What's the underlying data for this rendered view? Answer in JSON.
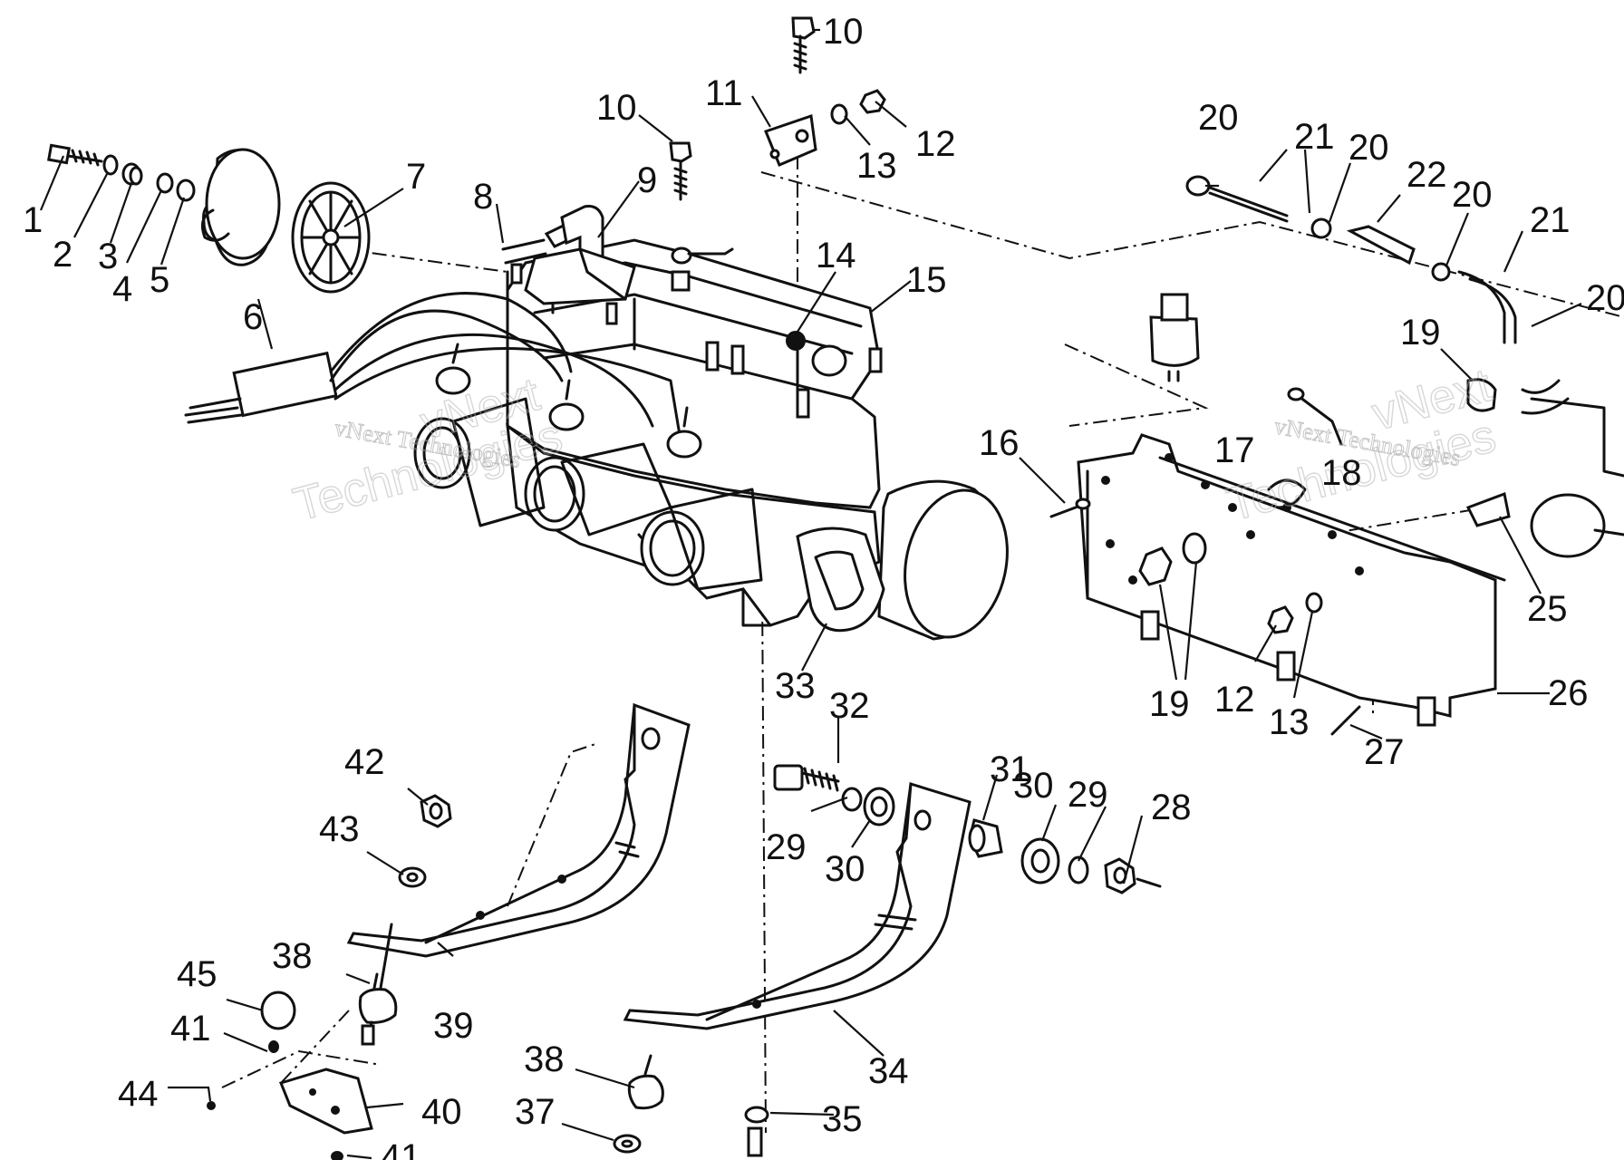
{
  "watermark": {
    "small_text": "vNext Technologies",
    "big_top": "vNext",
    "big_bottom": "Technologies"
  },
  "callouts": [
    "1",
    "2",
    "3",
    "4",
    "5",
    "6",
    "7",
    "8",
    "9",
    "10",
    "10",
    "11",
    "12",
    "13",
    "14",
    "15",
    "16",
    "17",
    "18",
    "19",
    "19",
    "20",
    "20",
    "20",
    "20",
    "21",
    "21",
    "22",
    "25",
    "26",
    "27",
    "28",
    "29",
    "29",
    "30",
    "30",
    "31",
    "32",
    "33",
    "34",
    "35",
    "37",
    "38",
    "38",
    "39",
    "40",
    "41",
    "41",
    "42",
    "43",
    "44",
    "45",
    "12",
    "13"
  ]
}
